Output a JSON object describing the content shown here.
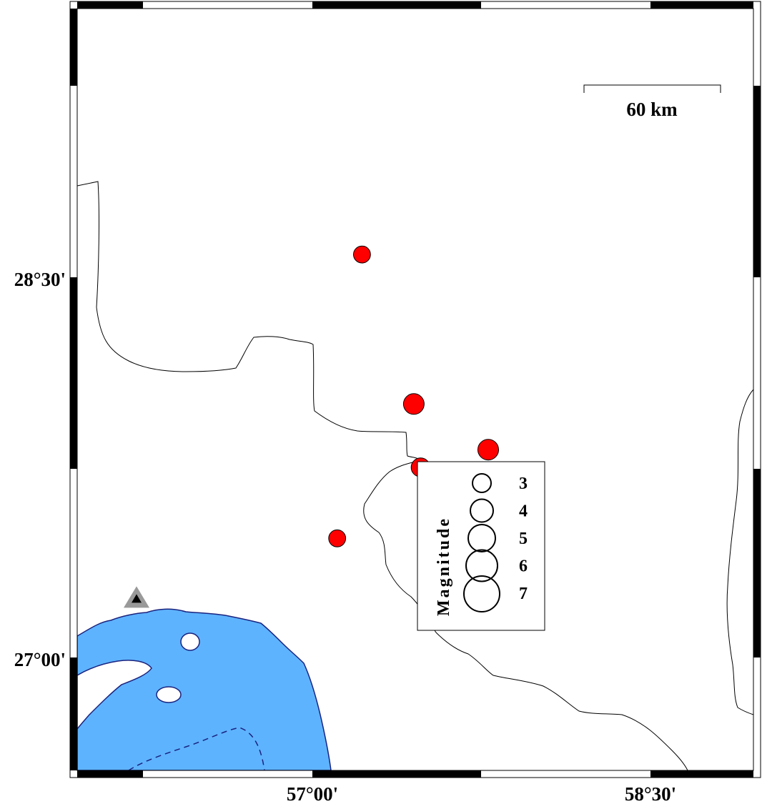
{
  "map": {
    "x_ticks": [
      "57°00'",
      "58°30'"
    ],
    "y_ticks": [
      "28°30'",
      "27°00'"
    ],
    "scale_bar": {
      "label": "60 km"
    },
    "legend": {
      "title": "Magnitude",
      "magnitudes": [
        3,
        4,
        5,
        6,
        7
      ],
      "labels": [
        "3",
        "4",
        "5",
        "6",
        "7"
      ]
    },
    "colors": {
      "water": "#5eb3ff",
      "event": "#ff0000",
      "station": "#999999",
      "frame": "#000000"
    },
    "events": [
      {
        "lon": 57.22,
        "lat": 28.59,
        "mag": 4
      },
      {
        "lon": 57.45,
        "lat": 28.0,
        "mag": 5
      },
      {
        "lon": 57.48,
        "lat": 27.75,
        "mag": 4.5
      },
      {
        "lon": 57.78,
        "lat": 27.82,
        "mag": 5
      },
      {
        "lon": 57.11,
        "lat": 27.47,
        "mag": 4
      }
    ],
    "station": {
      "icon": "triangle-station-icon",
      "lon": 56.22,
      "lat": 27.23
    }
  }
}
